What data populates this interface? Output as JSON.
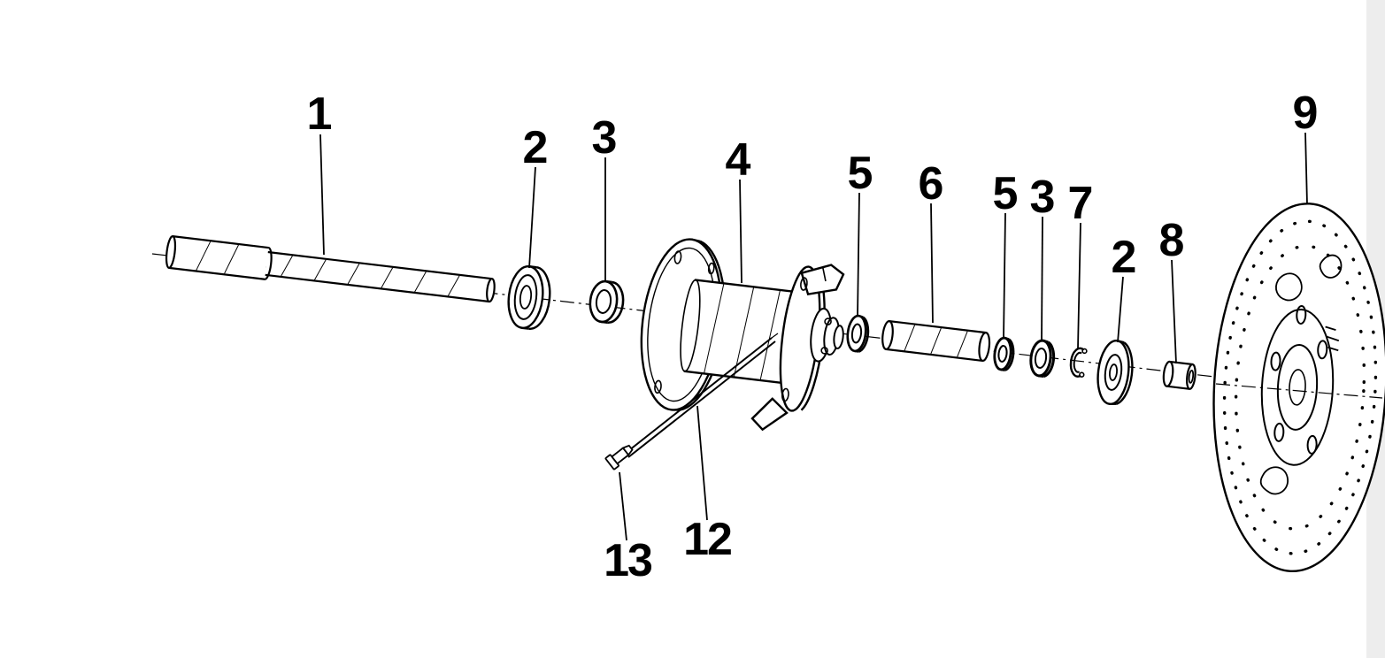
{
  "diagram": {
    "type": "exploded-parts-diagram",
    "description": "Exploded view of a wheel hub axle assembly with brake disc",
    "background_color": "#ffffff",
    "line_color": "#000000",
    "edge_strip_color": "#ededed",
    "callouts": [
      {
        "label": "1"
      },
      {
        "label": "2"
      },
      {
        "label": "3"
      },
      {
        "label": "4"
      },
      {
        "label": "5"
      },
      {
        "label": "6"
      },
      {
        "label": "5"
      },
      {
        "label": "3"
      },
      {
        "label": "7"
      },
      {
        "label": "2"
      },
      {
        "label": "8"
      },
      {
        "label": "9"
      },
      {
        "label": "12"
      },
      {
        "label": "13"
      }
    ]
  }
}
